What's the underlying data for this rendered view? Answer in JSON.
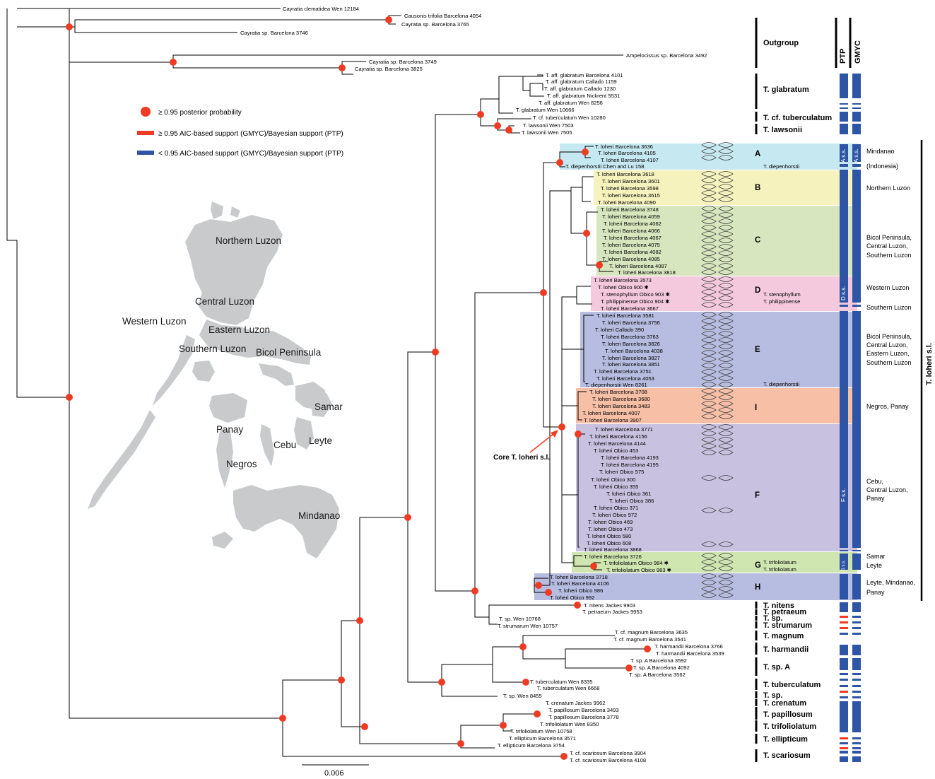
{
  "legend": {
    "node": "≥ 0.95 posterior probability",
    "red": "≥ 0.95 AIC-based support (GMYC)/Bayesian support (PTP)",
    "blue": "< 0.95 AIC-based support (GMYC)/Bayesian support (PTP)"
  },
  "colors": {
    "node": "#ee3b24",
    "red_bar": "#ee3b24",
    "blue_bar": "#2e55a5",
    "map": "#c8cacb",
    "A": "#c6e8f0",
    "B": "#f6f2bd",
    "C": "#d7e6be",
    "D": "#f4c8dd",
    "E": "#b7bde0",
    "I": "#f7bfa6",
    "F": "#c9c1e0",
    "G": "#cfe6b1",
    "H": "#b7bde0"
  },
  "map_labels": [
    "Northern Luzon",
    "Central Luzon",
    "Western Luzon",
    "Eastern Luzon",
    "Southern Luzon",
    "Bicol Peninsula",
    "Samar",
    "Panay",
    "Cebu",
    "Leyte",
    "Negros",
    "Mindanao"
  ],
  "columns": {
    "ptp": "PTP",
    "gmyc": "GMYC"
  },
  "core_label": "Core T. loheri s.l.",
  "scale_label": "0.006",
  "outer_clade": "T. loheri s.l.",
  "tips": {
    "top": [
      "Cayratia clematidea Wen 12184",
      "Causonis trifolia Barcelona 4054",
      "Cayratia sp. Barcelona 3765",
      "Cayratia sp. Barcelona 3746",
      "Ampelocissus sp. Barcelona 3492",
      "Cayratia sp. Barcelona 3749",
      "Cayratia sp. Barcelona 3825"
    ],
    "glab": [
      "T. aff. glabratum Barcelona 4101",
      "T. aff. glabratum Callado 1159",
      "T. aff. glabratum Callado 1230",
      "T. aff. glabratum Nickrent 5531",
      "T. aff. glabratum Wen 8256",
      "T. glabratum Wen 10666",
      "T. cf. tuberculatum Wen 10280",
      "T. lawsonii Wen 7503",
      "T. lawsonii Wen 7505"
    ],
    "A": [
      "T. loheri Barcelona 3636",
      "T. loheri Barcelona 4105",
      "T. loheri Barcelona 4107",
      "T. diepenhorstii Chen and Lu 158"
    ],
    "B": [
      "T. loheri Barcelona 3618",
      "T. loheri Barcelona 3601",
      "T. loheri Barcelona 3598",
      "T. loheri Barcelona 3615",
      "T. loheri Barcelona 4090"
    ],
    "C": [
      "T. loheri Barcelona 3748",
      "T. loheri Barcelona 4059",
      "T. loheri Barcelona 4062",
      "T. loheri Barcelona 4066",
      "T. loheri Barcelona 4067",
      "T. loheri Barcelona 4075",
      "T. loheri Barcelona 4082",
      "T. loheri Barcelona 4085",
      "T. loheri Barcelona 4087",
      "T. loheri Barcelona 3818"
    ],
    "D": [
      "T. loheri Barcelona 3573",
      "T. loheri Obico 900 ✱",
      "T. stenophyllum Obico 903 ✱",
      "T. philippinense Obico 904 ✱",
      "T. loheri Barcelona 3667"
    ],
    "E": [
      "T. loheri Barcelona 3581",
      "T. loheri Barcelona 3756",
      "T. loheri Callado 390",
      "T. loheri Barcelona 3763",
      "T. loheri Barcelona 3826",
      "T. loheri Barcelona 4038",
      "T. loheri Barcelona 3827",
      "T. loheri Barcelona 3851",
      "T. loheri Barcelona 3751",
      "T. loheri Barcelona 4053",
      "T. diepenhorstii Wen 8261"
    ],
    "I": [
      "T. loheri Barcelona 3708",
      "T. loheri Barcelona 3680",
      "T. loheri Barcelona 3483",
      "T. loheri Barcelona 4007",
      "T. loheri Barcelona 3907"
    ],
    "F": [
      "T. loheri Barcelona 3771",
      "T. loheri Barcelona 4156",
      "T. loheri Barcelona 4144",
      "T. loheri Obico 453",
      "T. loheri Barcelona 4193",
      "T. loheri Barcelona 4195",
      "T. loheri Obico 575",
      "T. loheri Obico 300",
      "T. loheri Obico 355",
      "T. loheri Obico 361",
      "T. loheri Obico 386",
      "T. loheri Obico 371",
      "T. loheri Obico 972",
      "T. loheri Obico 469",
      "T. loheri Obico 473",
      "T. loheri Obico 580",
      "T. loheri Obico 608",
      "T. loheri Barcelona 3868"
    ],
    "G": [
      "T. loheri Barcelona 3726",
      "T. trifoliolatum Obico 984 ✱",
      "T. trifoliolatum Obico 983 ✱"
    ],
    "H": [
      "T. loheri Barcelona 3718",
      "T. loheri Barcelona 4106",
      "T. loheri Obico 986",
      "T. loheri Obico 992"
    ],
    "rest": [
      "T. nitens Jackes 9903",
      "T. petraeum Jackes 9953",
      "T. sp. Wen 10768",
      "T. strumarum Wen 10757",
      "T. cf. magnum Barcelona 3635",
      "T. cf. magnum Barcelona 3541",
      "T. harmandii Barcelona 3766",
      "T. harmandii Barcelona 3539",
      "T. sp. A Barcelona 3592",
      "T. sp. A Barcelona 4092",
      "T. sp. A  Barcelona 3562",
      "T. tuberculatum Wen 8335",
      "T. tuberculatum Wen 6668",
      "T. sp. Wen 8455",
      "T. crenatum Jackes 9962",
      "T. papillosum Barcelona 3493",
      "T. papillosum Barcelona 3778",
      "T. trifoliolatum Wen 8350",
      "T. trifoliolatum Wen 10758",
      "T. ellipticum Barcelona 3571",
      "T. ellipticum Barcelona 3754",
      "T. cf. scariosum Barcelona 3904",
      "T. cf. scariosum Barcelona 4108"
    ]
  },
  "clade_letters": [
    "A",
    "B",
    "C",
    "D",
    "E",
    "I",
    "F",
    "G",
    "H"
  ],
  "clade_species": {
    "A": "T. diepenhorstii",
    "D1": "T. stenophyllum",
    "D2": "T. philippinense",
    "E": "T. diepenhorstii",
    "G1": "T. trifoliolatum",
    "G2": "T. trifoliolatum"
  },
  "groups": [
    "Outgroup",
    "T. glabratum",
    "T. cf. tuberculatum",
    "T. lawsonii",
    "T. nitens",
    "T. petraeum",
    "T. sp.",
    "T. strumarum",
    "T. magnum",
    "T. harmandii",
    "T. sp. A",
    "T. tuberculatum",
    "T. sp.",
    "T. crenatum",
    "T. papillosum",
    "T. trifoliolatum",
    "T. ellipticum",
    "T. scariosum"
  ],
  "bar_labels": {
    "A": "A s.s.",
    "D": "D s.s.",
    "F": "F s.s.",
    "G": "G s.s."
  },
  "regions": {
    "A": [
      "Mindanao",
      "(Indonesia)"
    ],
    "B": [
      "Northern Luzon"
    ],
    "C": [
      "Bicol Peninsula,",
      "Central Luzon,",
      "Southern Luzon"
    ],
    "D": [
      "Western Luzon",
      "Southern Luzon"
    ],
    "E": [
      "Bicol Peninsula,",
      "Central Luzon,",
      "Eastern Luzon,",
      "Southern Luzon"
    ],
    "I": [
      "Negros, Panay"
    ],
    "F": [
      "Cebu,",
      "Central Luzon,",
      "Panay"
    ],
    "G": [
      "Samar",
      "Leyte"
    ],
    "H": [
      "Leyte, Mindanao,",
      "Panay"
    ]
  }
}
